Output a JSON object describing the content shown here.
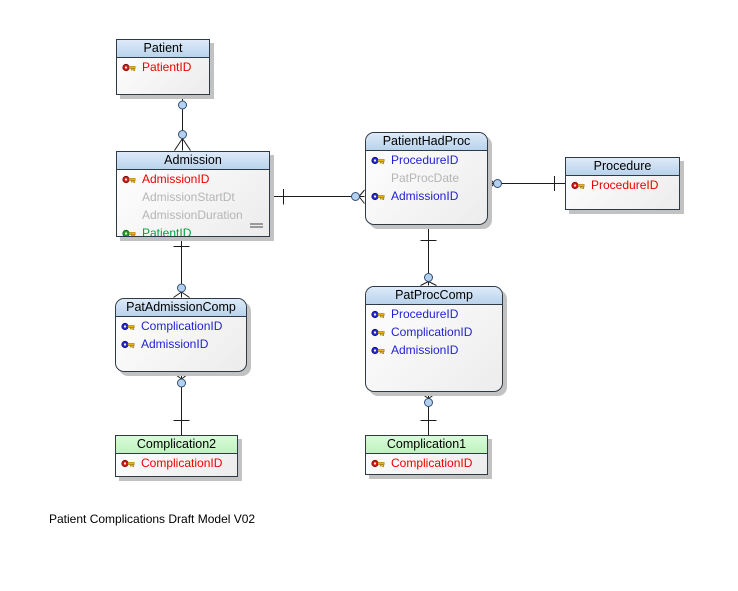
{
  "diagram": {
    "caption": "Patient Complications Draft Model V02",
    "colors": {
      "entity_header_blue": "#c9dff4",
      "entity_header_green": "#c9f6c9",
      "entity_body": "#f0f0f0",
      "entity_border": "#2e3a46",
      "pk_text": "#ee0000",
      "fk_text": "#1f1fd4",
      "attr_text": "#b5b5b5",
      "fk_pk_text": "#00a33c",
      "connector_line": "#1c1c1c",
      "connector_node_fill": "#b4d0ee",
      "key_gold": "#e9b20e"
    },
    "entities": [
      {
        "name": "Patient",
        "header_color": "blue",
        "shape": "square",
        "columns": [
          {
            "name": "PatientID",
            "key": "primary",
            "text_color": "red"
          }
        ]
      },
      {
        "name": "Admission",
        "header_color": "blue",
        "shape": "square",
        "columns": [
          {
            "name": "AdmissionID",
            "key": "primary",
            "text_color": "red"
          },
          {
            "name": "AdmissionStartDt",
            "key": "none",
            "text_color": "gray"
          },
          {
            "name": "AdmissionDuration",
            "key": "none",
            "text_color": "gray"
          },
          {
            "name": "PatientID",
            "key": "foreign",
            "text_color": "green"
          }
        ]
      },
      {
        "name": "PatientHadProc",
        "header_color": "blue",
        "shape": "rounded",
        "columns": [
          {
            "name": "ProcedureID",
            "key": "foreign",
            "text_color": "blue"
          },
          {
            "name": "PatProcDate",
            "key": "none",
            "text_color": "gray"
          },
          {
            "name": "AdmissionID",
            "key": "foreign",
            "text_color": "blue"
          }
        ]
      },
      {
        "name": "Procedure",
        "header_color": "blue",
        "shape": "square",
        "columns": [
          {
            "name": "ProcedureID",
            "key": "primary",
            "text_color": "red"
          }
        ]
      },
      {
        "name": "PatAdmissionComp",
        "header_color": "blue",
        "shape": "rounded",
        "columns": [
          {
            "name": "ComplicationID",
            "key": "foreign",
            "text_color": "blue"
          },
          {
            "name": "AdmissionID",
            "key": "foreign",
            "text_color": "blue"
          }
        ]
      },
      {
        "name": "PatProcComp",
        "header_color": "blue",
        "shape": "rounded",
        "columns": [
          {
            "name": "ProcedureID",
            "key": "foreign",
            "text_color": "blue"
          },
          {
            "name": "ComplicationID",
            "key": "foreign",
            "text_color": "blue"
          },
          {
            "name": "AdmissionID",
            "key": "foreign",
            "text_color": "blue"
          }
        ]
      },
      {
        "name": "Complication2",
        "header_color": "green",
        "shape": "square",
        "columns": [
          {
            "name": "ComplicationID",
            "key": "primary",
            "text_color": "red"
          }
        ]
      },
      {
        "name": "Complication1",
        "header_color": "green",
        "shape": "square",
        "columns": [
          {
            "name": "ComplicationID",
            "key": "primary",
            "text_color": "red"
          }
        ]
      }
    ],
    "relationships": [
      {
        "from": "Patient",
        "to": "Admission",
        "from_end": "zero-or-one",
        "to_end": "zero-or-many"
      },
      {
        "from": "Admission",
        "to": "PatientHadProc",
        "from_end": "one",
        "to_end": "zero-or-many"
      },
      {
        "from": "Procedure",
        "to": "PatientHadProc",
        "from_end": "one",
        "to_end": "zero-or-many"
      },
      {
        "from": "PatientHadProc",
        "to": "PatProcComp",
        "from_end": "one",
        "to_end": "zero-or-many"
      },
      {
        "from": "Complication1",
        "to": "PatProcComp",
        "from_end": "one",
        "to_end": "zero-or-many"
      },
      {
        "from": "Admission",
        "to": "PatAdmissionComp",
        "from_end": "one",
        "to_end": "zero-or-many"
      },
      {
        "from": "Complication2",
        "to": "PatAdmissionComp",
        "from_end": "one",
        "to_end": "zero-or-many"
      }
    ]
  }
}
